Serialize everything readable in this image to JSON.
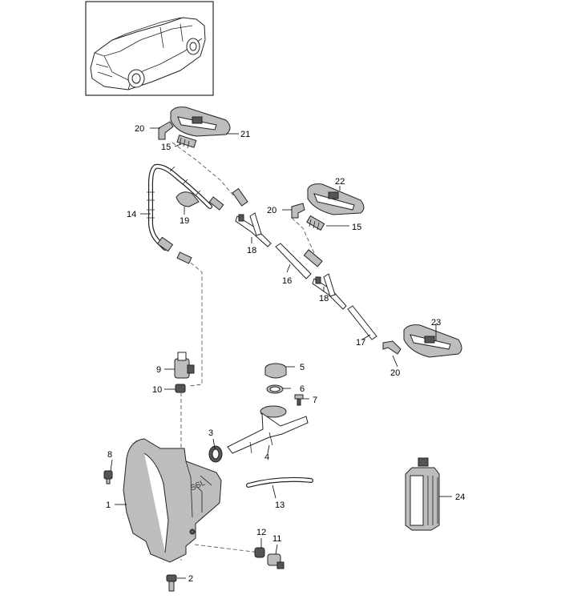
{
  "labels": {
    "p1": "1",
    "p2": "2",
    "p3": "3",
    "p4": "4",
    "p5": "5",
    "p6": "6",
    "p7": "7",
    "p8": "8",
    "p9": "9",
    "p10": "10",
    "p11": "11",
    "p12": "12",
    "p13": "13",
    "p14": "14",
    "p15a": "15",
    "p15b": "15",
    "p16": "16",
    "p17": "17",
    "p18a": "18",
    "p18b": "18",
    "p19": "19",
    "p20a": "20",
    "p20b": "20",
    "p20c": "20",
    "p21": "21",
    "p22": "22",
    "p23": "23",
    "p24": "24"
  }
}
